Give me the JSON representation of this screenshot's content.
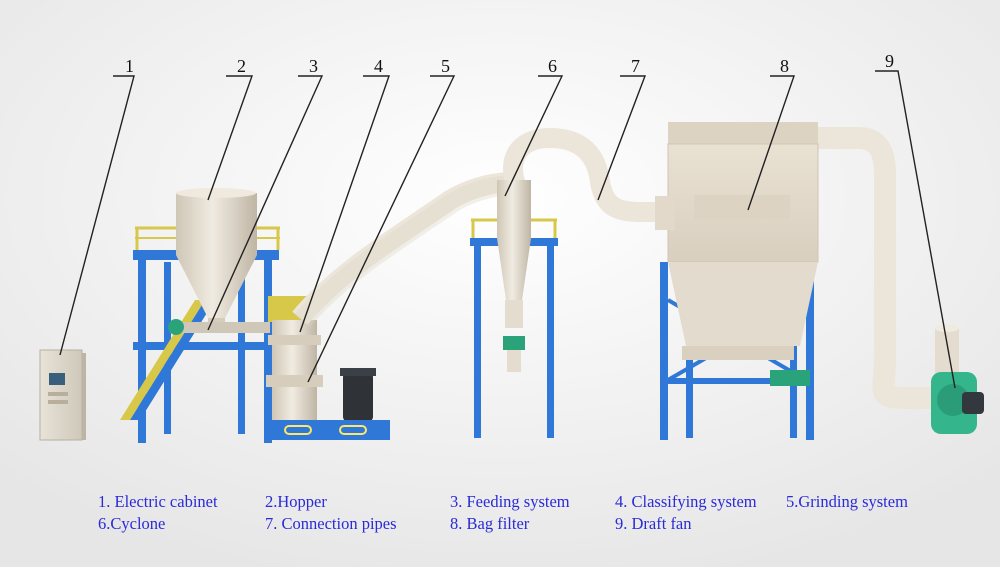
{
  "callouts": [
    "1",
    "2",
    "3",
    "4",
    "5",
    "6",
    "7",
    "8",
    "9"
  ],
  "legend": [
    "1. Electric cabinet",
    "2.Hopper",
    "3. Feeding system",
    "4. Classifying system",
    "5.Grinding system",
    "6.Cyclone",
    "7. Connection pipes",
    "8. Bag filter",
    "9. Draft fan"
  ],
  "colors": {
    "background": "#f2f2f2",
    "steel_frame": "#2f78d8",
    "railing": "#d8c84a",
    "equipment_body": "#e4dccf",
    "pipe": "#ece6da",
    "valve_green": "#2aa37a",
    "fan_green": "#35b58c",
    "legend_text": "#2a2ad8",
    "leader_line": "#222222"
  }
}
